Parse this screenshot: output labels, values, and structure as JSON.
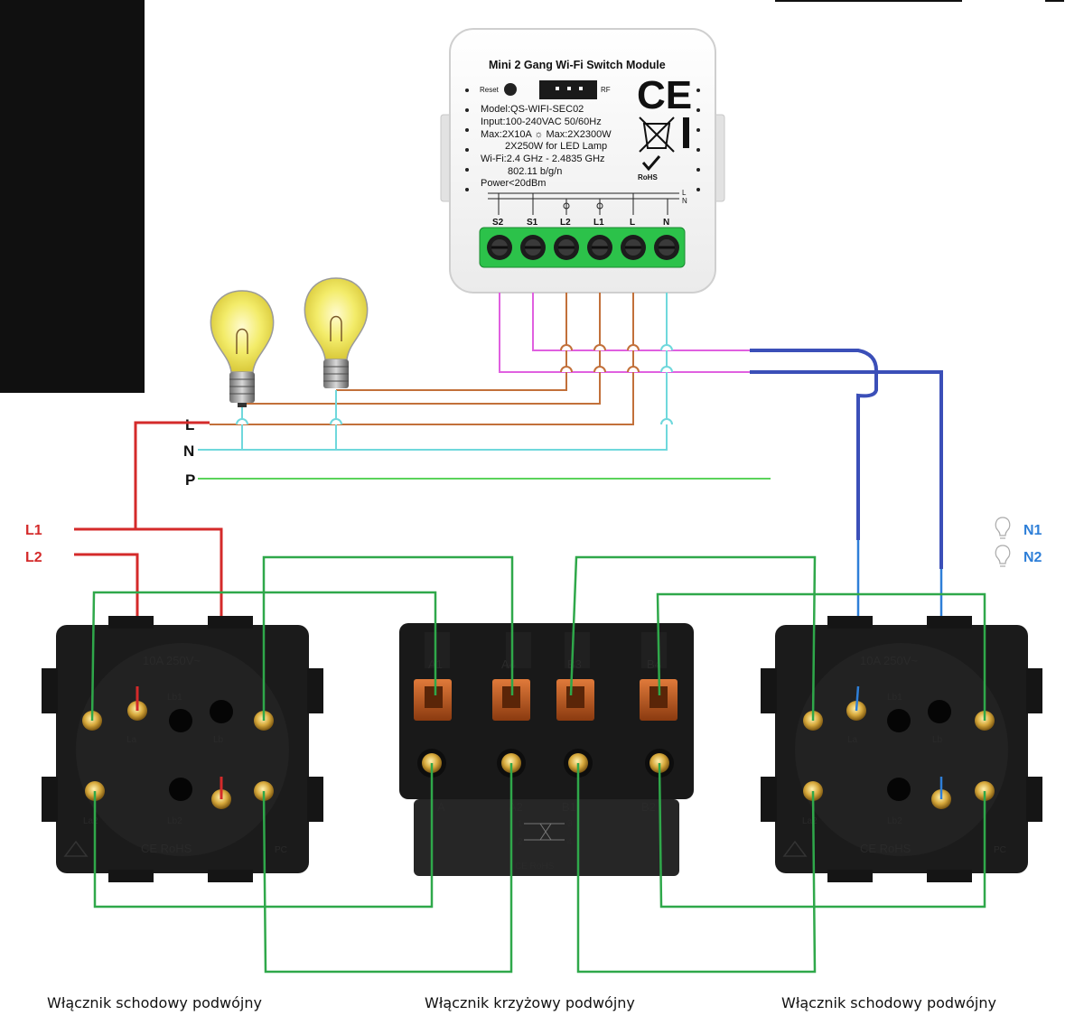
{
  "module": {
    "title": "Mini 2 Gang Wi-Fi Switch Module",
    "reset_label": "Reset",
    "rf_label": "RF",
    "specs": [
      "Model:QS-WIFI-SEC02",
      "Input:100-240VAC 50/60Hz",
      "Max:2X10A ☼ Max:2X2300W",
      "2X250W for LED Lamp",
      "Wi-Fi:2.4 GHz - 2.4835 GHz",
      "802.11 b/g/n",
      "Power<20dBm"
    ],
    "ce_mark": "CE",
    "rohs_label": "RoHS",
    "internal_l": "L",
    "internal_n": "N",
    "terminals": [
      "S2",
      "S1",
      "L2",
      "L1",
      "L",
      "N"
    ]
  },
  "bus": {
    "l": "L",
    "n": "N",
    "p": "P"
  },
  "inputs": {
    "l1": "L1",
    "l2": "L2"
  },
  "outputs": {
    "n1": "N1",
    "n2": "N2"
  },
  "switch_left": {
    "rating": "10A  250V~",
    "la": "La",
    "lb1": "Lb1",
    "lb": "Lb",
    "la2": "La2",
    "lb2": "Lb2",
    "ce_rohs": "CE  RoHS",
    "pc": "PC"
  },
  "switch_middle": {
    "top_labels": [
      "A1",
      "A4",
      "B3",
      "B4"
    ],
    "bottom_labels": [
      "A",
      "A2",
      "B1",
      "B2"
    ],
    "pin_numbers": [
      "1",
      "2",
      "3",
      "4"
    ],
    "ce_rohs": "CE  RoHS"
  },
  "switch_right": {
    "rating": "10A  250V~",
    "la": "La",
    "lb1": "Lb1",
    "lb": "Lb",
    "la2": "La2",
    "lb2": "Lb2",
    "ce_rohs": "CE  RoHS",
    "pc": "PC"
  },
  "captions": {
    "left": "Włącznik schodowy podwójny",
    "middle": "Włącznik krzyżowy podwójny",
    "right": "Włącznik schodowy podwójny"
  },
  "colors": {
    "live": "#d42a2a",
    "neutral": "#6fd8dc",
    "protective": "#5bd35b",
    "traveler": "#2fa84a",
    "switch_out": "#e060e0",
    "lamp_feed": "#c2703a",
    "output_bus": "#3b4fb8",
    "output_blue": "#2e7fd8"
  }
}
